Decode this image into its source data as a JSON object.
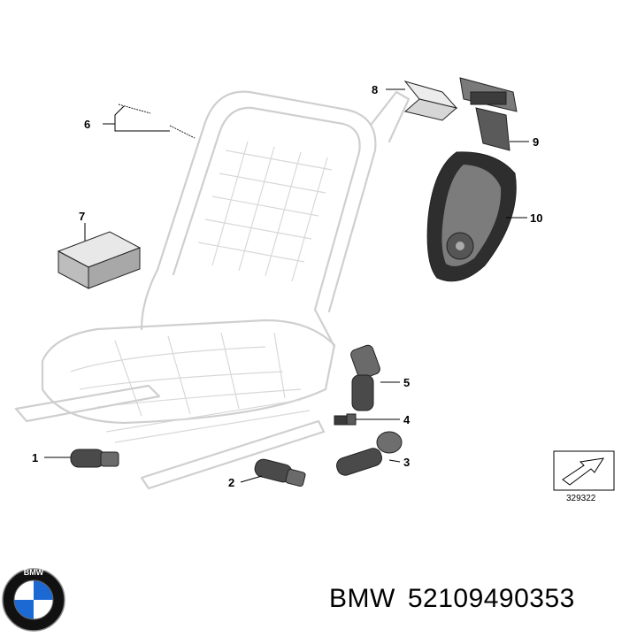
{
  "diagram": {
    "callouts": [
      "1",
      "2",
      "3",
      "4",
      "5",
      "6",
      "7",
      "8",
      "9",
      "10"
    ],
    "reference_number": "329322"
  },
  "caption": {
    "brand": "BMW",
    "part_number": "52109490353"
  },
  "logo": {
    "text": "BMW",
    "colors": {
      "blue": "#1c69d4",
      "ring": "#111111",
      "white": "#ffffff"
    }
  }
}
